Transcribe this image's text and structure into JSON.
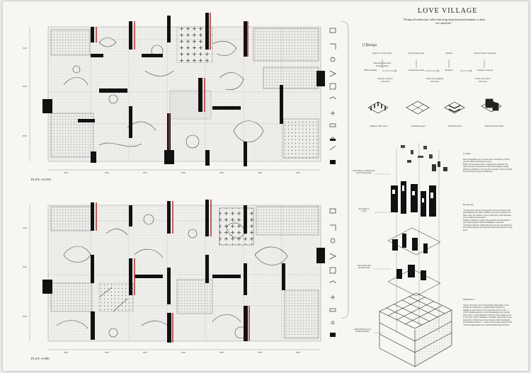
{
  "title": "LOVE VILLAGE",
  "quote": "\"Perhaps all architecture, rather than being about functional standards, is about love and death.\"",
  "plans": [
    {
      "label": "PLAN   +10.450",
      "dims_bottom": [
        "9000",
        "9000",
        "9000",
        "9000",
        "9000",
        "9000",
        "9000"
      ],
      "dims_left": [
        "5000",
        "9000",
        "9000"
      ]
    },
    {
      "label": "PLAN   +6.000",
      "dims_bottom": [
        "9000",
        "9000",
        "9000",
        "9000",
        "9000",
        "9000",
        "9000"
      ],
      "dims_left": [
        "5000",
        "9000",
        "9000"
      ]
    }
  ],
  "design": {
    "heading": "[7]Design",
    "flow_top": [
      {
        "text": "Typical \"Corridor plan\"",
        "sub": "Detached functional\nfloating planes"
      },
      {
        "text": "meet private nodes",
        "sub": "Architectural units"
      },
      {
        "text": "combine",
        "sub": "Modules"
      },
      {
        "text": "collective space for groups",
        "sub": "envelope of spaces"
      }
    ],
    "flow_mid": [
      "Office building",
      "Existed collective\nwell space",
      "Exists as recognized\nwell space",
      "Exists as recollect\nwell space"
    ],
    "isometrics": [
      "Original office space",
      "Undefined space",
      "Deformed space",
      "Multi functional units"
    ]
  },
  "texts": [
    {
      "heading": "Corridor",
      "body": "Most relationships are of course more complicated. Events and movements challenge the space.\nPublic and envelope forms: a playground, memorial cafe where the play between space and events happens, giving endless possibilities to the narrative sequence, hence blending the operational and space disturbance."
    },
    {
      "heading": "Reciprocity",
      "body": "\"Architectural spaces and programs can also become totally interdependent and fully condition each other's existence. In these cases, the architect's view of the space could determine every architectural decision.\"\nMaking a kindness a reciprocity program: the disposition of space and program within an ambiguous context in connection with the original function of space. It is unified by how affects generate of events that define the function of each space."
    },
    {
      "heading": "Indifference",
      "body": "\"Space and events can be functionally independent of one another. In architecture, accommodations depend on unlimited, since spaces are for logic and events are for ...\"\nOffice building usually is a self-determining layout system that is static, so that indifferent with the events taking part in it. The play of other building is a dynamic system that is only extended to different use and occupation. After formalizing the individual relations ... events, local hosting categories and critical morphologies are not predetermined physical units."
    }
  ],
  "diagram_notes": [
    "The envelope of disturbance\n(Letter Ping-pong)",
    "The habitat as\na place",
    "Joint stories with\nstructural units",
    "Mesh thresholds and\nfloating furniture"
  ]
}
